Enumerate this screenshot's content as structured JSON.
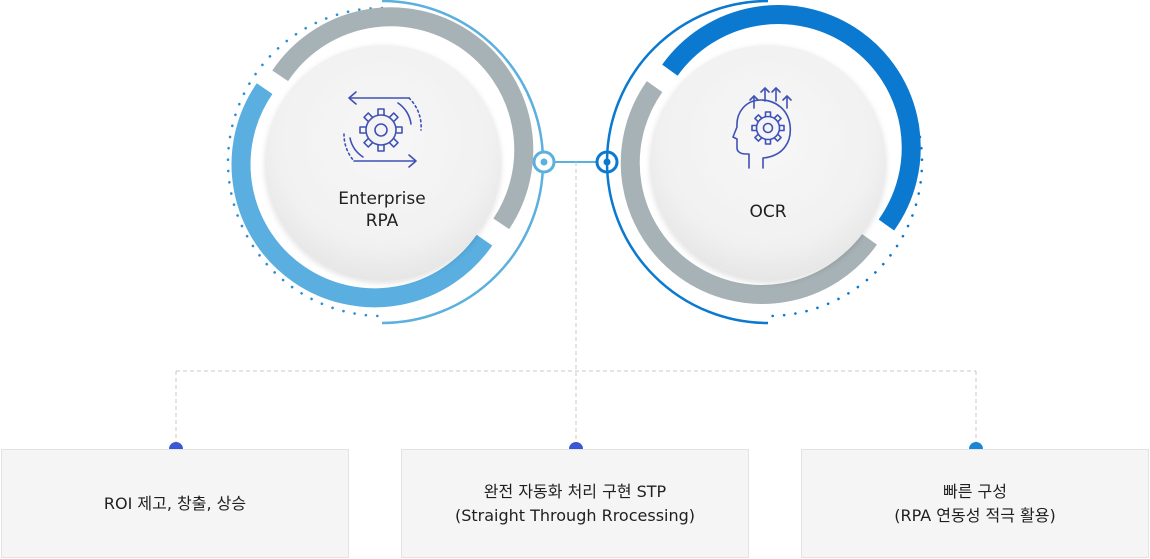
{
  "circles": [
    {
      "id": "enterprise-rpa",
      "label_lines": [
        "Enterprise",
        "RPA"
      ],
      "icon": "gear-cycle-icon"
    },
    {
      "id": "ocr",
      "label_lines": [
        "OCR"
      ],
      "icon": "head-gear-icon"
    }
  ],
  "cards": [
    {
      "lines": [
        "ROI 제고, 창출, 상승"
      ]
    },
    {
      "lines": [
        "완전 자동화 처리 구현 STP",
        "(Straight Through Rrocessing)"
      ]
    },
    {
      "lines": [
        "빠른 구성",
        "(RPA 연동성 적극 활용)"
      ]
    }
  ],
  "colors": {
    "light_blue": "#5aaee0",
    "light_blue_line": "#5bb0de",
    "dark_blue": "#0a79cf",
    "gray_ring": "#a7b2b6",
    "node_dot": "#3b57d4",
    "node_dot_light": "#1a86d6",
    "icon_blue": "#3f51b5"
  }
}
